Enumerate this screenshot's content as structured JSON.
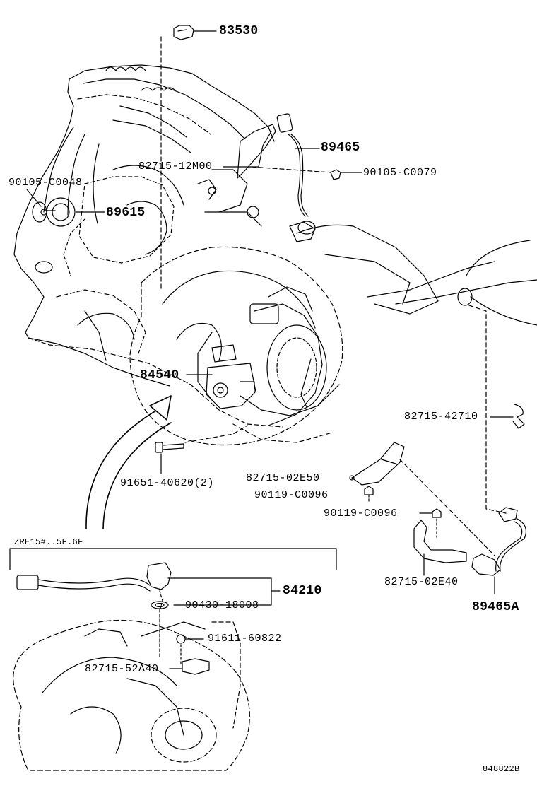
{
  "labels": {
    "p83530": "83530",
    "p89465": "89465",
    "p82715_12M00": "82715-12M00",
    "p90105_C0079": "90105-C0079",
    "p90105_C0048": "90105-C0048",
    "p89615": "89615",
    "p84540": "84540",
    "p82715_42710": "82715-42710",
    "p82715_02E50": "82715-02E50",
    "p90119_C0096_a": "90119-C0096",
    "p91651_40620": "91651-40620(2)",
    "p90119_C0096_b": "90119-C0096",
    "p82715_02E40": "82715-02E40",
    "p89465A": "89465A",
    "p84210": "84210",
    "p90430_18008": "90430-18008",
    "p91611_60822": "91611-60822",
    "p82715_52A40": "82715-52A40"
  },
  "inset_caption": "ZRE15#..5F.6F",
  "figure_id": "848822B"
}
